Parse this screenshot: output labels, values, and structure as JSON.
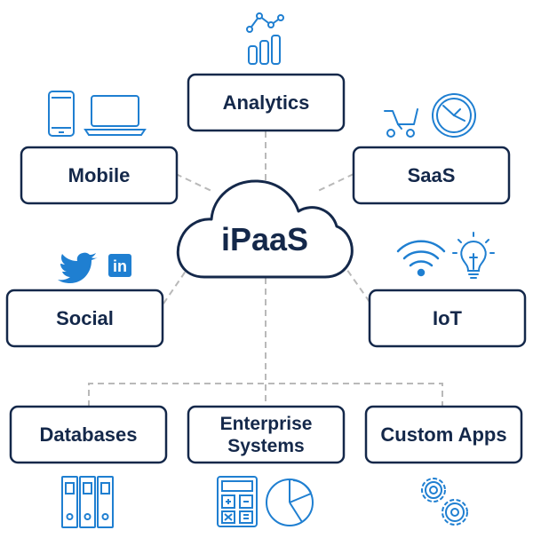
{
  "colors": {
    "navy": "#14284a",
    "icon_blue": "#1f7fd1",
    "connector_gray": "#b9b9b9",
    "background": "#ffffff"
  },
  "center": {
    "label": "iPaaS",
    "shape": "cloud"
  },
  "nodes": {
    "analytics": {
      "label": "Analytics",
      "icons": [
        "line-chart-icon",
        "bar-chart-icon"
      ]
    },
    "mobile": {
      "label": "Mobile",
      "icons": [
        "smartphone-icon",
        "laptop-icon"
      ]
    },
    "saas": {
      "label": "SaaS",
      "icons": [
        "shopping-cart-icon",
        "clock-icon"
      ]
    },
    "social": {
      "label": "Social",
      "icons": [
        "twitter-icon",
        "linkedin-icon"
      ]
    },
    "iot": {
      "label": "IoT",
      "icons": [
        "wifi-icon",
        "lightbulb-icon"
      ]
    },
    "databases": {
      "label": "Databases",
      "icons": [
        "binders-icon"
      ]
    },
    "enterprise": {
      "label_line1": "Enterprise",
      "label_line2": "Systems",
      "icons": [
        "calculator-icon",
        "pie-chart-icon"
      ]
    },
    "custom_apps": {
      "label": "Custom Apps",
      "icons": [
        "gears-icon"
      ]
    }
  },
  "social_logos": {
    "linkedin_text": "in"
  }
}
